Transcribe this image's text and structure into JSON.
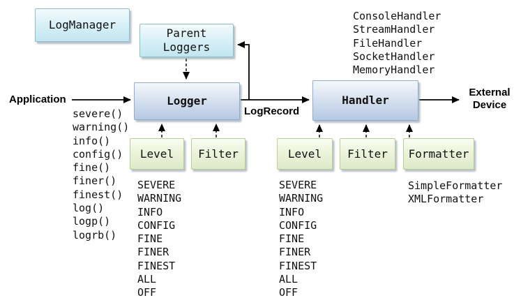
{
  "boxes": {
    "log_manager": "LogManager",
    "parent_loggers": "Parent Loggers",
    "logger": "Logger",
    "handler": "Handler",
    "logger_level": "Level",
    "logger_filter": "Filter",
    "handler_level": "Level",
    "handler_filter": "Filter",
    "handler_formatter": "Formatter"
  },
  "edge_labels": {
    "application": "Application",
    "log_record": "LogRecord",
    "external_device": "External Device"
  },
  "lists": {
    "logger_methods": [
      "severe()",
      "warning()",
      "info()",
      "config()",
      "fine()",
      "finer()",
      "finest()",
      "log()",
      "logp()",
      "logrb()"
    ],
    "levels": [
      "SEVERE",
      "WARNING",
      "INFO",
      "CONFIG",
      "FINE",
      "FINER",
      "FINEST",
      "ALL",
      "OFF"
    ],
    "handler_types": [
      "ConsoleHandler",
      "StreamHandler",
      "FileHandler",
      "SocketHandler",
      "MemoryHandler"
    ],
    "formatter_types": [
      "SimpleFormatter",
      "XMLFormatter"
    ]
  },
  "colors": {
    "cyan_box": "#c2e6f0",
    "cyan_border": "#8cc0d1",
    "blue_box": "#b5c8e2",
    "blue_border": "#92accf",
    "green_box": "#dde9c8",
    "green_border": "#b9cf95",
    "line": "#000000",
    "background": "#ffffff"
  }
}
